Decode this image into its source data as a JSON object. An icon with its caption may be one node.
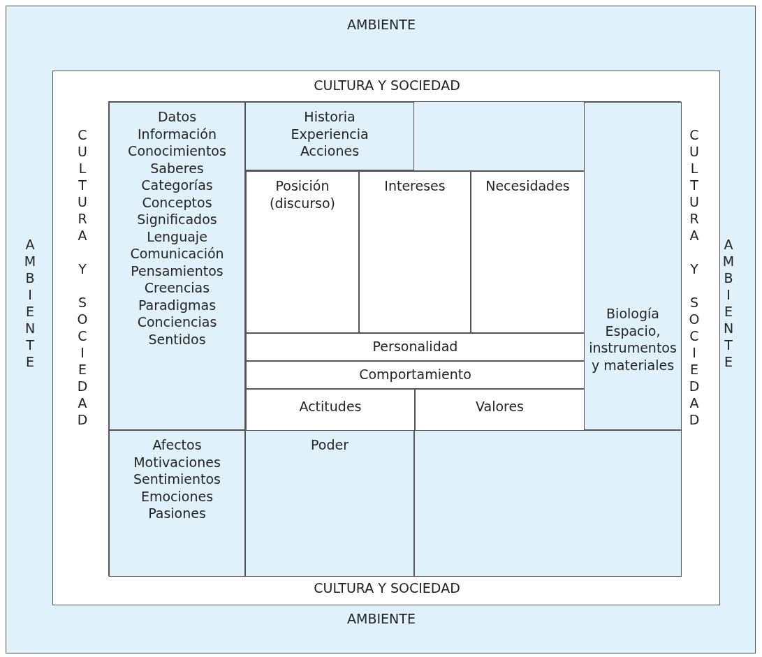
{
  "diagram": {
    "nodes": [
      {
        "text": [
          "AMBIENTE",
          "AMBIENTE",
          "AMBIENTE",
          "AMBIENTE"
        ]
      },
      {
        "text": [
          "CULTURA Y SOCIEDAD",
          "CULTURA Y SOCIEDAD",
          "CULTURA Y SOCIEDAD",
          "CULTURA Y SOCIEDAD"
        ],
        "in": 0
      },
      {
        "text": [],
        "shape": "box",
        "in": 1
      },
      {
        "text": [
          "Datos",
          "Información",
          "Conocimientos",
          "Saberes",
          "Categorías",
          "Conceptos",
          "Significados",
          "Lenguaje",
          "Comunicación",
          "Pensamientos",
          "Creencias",
          "Paradigmas",
          "Conciencias",
          "Sentidos"
        ],
        "in": 2
      },
      {
        "text": [
          "Historia",
          "Experiencia",
          "Acciones"
        ],
        "in": 2
      },
      {
        "text": [
          "Biología",
          "Espacio, instrumentos y materiales"
        ],
        "in": 2
      },
      {
        "text": [],
        "shape": "box",
        "in": 2
      },
      {
        "text": [
          "Posición (discurso)"
        ],
        "in": 6
      },
      {
        "text": [
          "Intereses"
        ],
        "in": 6
      },
      {
        "text": [
          "Necesidades"
        ],
        "in": 6
      },
      {
        "text": [
          "Personalidad"
        ],
        "in": 6
      },
      {
        "text": [
          "Comportamiento"
        ],
        "in": 6
      },
      {
        "text": [
          "Actitudes"
        ],
        "in": 6
      },
      {
        "text": [
          "Valores"
        ],
        "in": 6
      },
      {
        "text": [
          "Afectos",
          "Motivaciones",
          "Sentimientos",
          "Emociones",
          "Pasiones"
        ],
        "in": 2
      },
      {
        "text": [
          "Poder"
        ],
        "in": 2
      },
      {
        "text": [],
        "shape": "box",
        "in": 2
      }
    ]
  }
}
